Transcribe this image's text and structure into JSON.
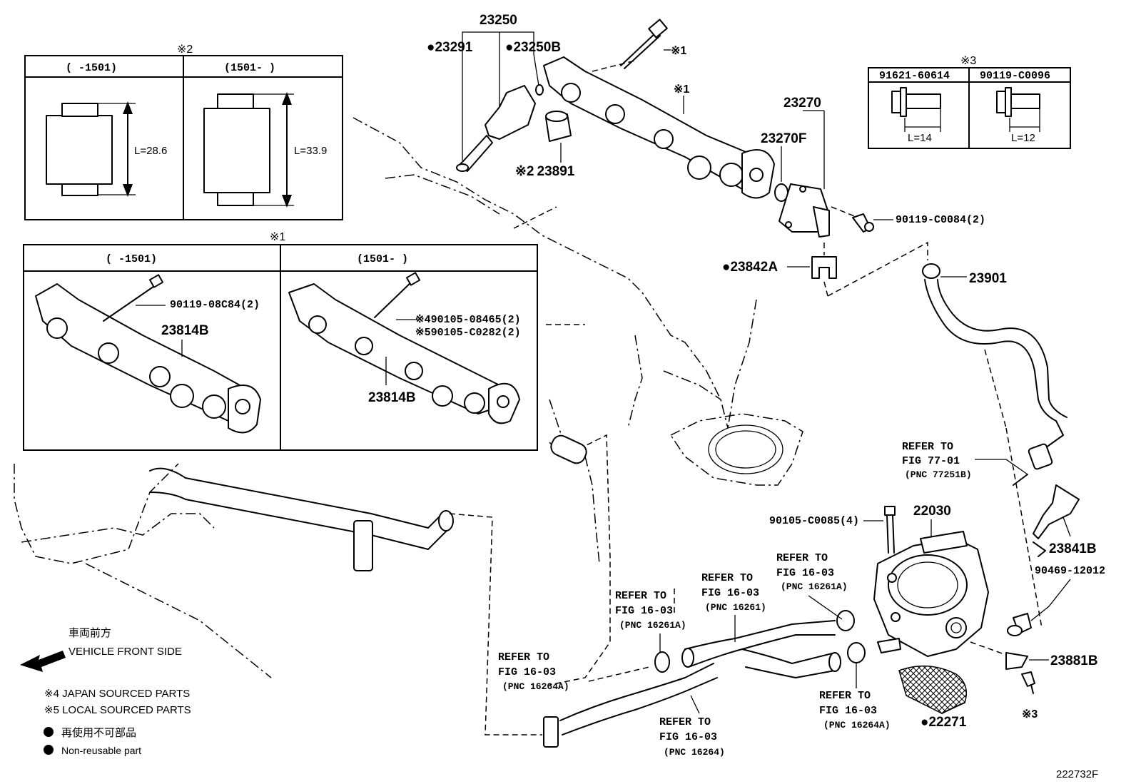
{
  "diagram": {
    "sheet_id": "222732F",
    "part_labels": {
      "p23250": "23250",
      "p23291": "23291",
      "p23250B": "23250B",
      "p23891": "23891",
      "p23270": "23270",
      "p23270F": "23270F",
      "p90119_C0084": "90119-C0084(2)",
      "p23842A": "23842A",
      "p23901": "23901",
      "p22030": "22030",
      "p90105_C0085": "90105-C0085(4)",
      "p23841B": "23841B",
      "p90469_12012": "90469-12012",
      "p23881B": "23881B",
      "p22271": "22271",
      "p23814B_a": "23814B",
      "p23814B_b": "23814B",
      "p90119_08C84": "90119-08C84(2)",
      "p90105_08465": "490105-08465(2)",
      "p90105_C0282": "590105-C0282(2)"
    },
    "marks": {
      "ref_mark": "※",
      "mark1": "1",
      "mark2": "2",
      "mark3": "3",
      "filled_dot": "●"
    },
    "table_note2": {
      "col1_header": "(     -1501)",
      "col2_header": "(1501-     )",
      "col1_length": "L=28.6",
      "col2_length": "L=33.9"
    },
    "table_note1": {
      "col1_header": "(     -1501)",
      "col2_header": "(1501-     )"
    },
    "table_note3": {
      "col1_header": "91621-60614",
      "col2_header": "90119-C0096",
      "col1_length": "L=14",
      "col2_length": "L=12"
    },
    "refer_to": {
      "line1": "REFER TO",
      "fig_77_01": "FIG 77-01",
      "pnc_77251B": "(PNC 77251B)",
      "fig_16_03": "FIG 16-03",
      "pnc_16261A": "(PNC 16261A)",
      "pnc_16261": "(PNC 16261)",
      "pnc_16264A": "(PNC 16264A)",
      "pnc_16264": "(PNC 16264)"
    },
    "legend": {
      "vehicle_front_jp": "車両前方",
      "vehicle_front_en": "VEHICLE FRONT SIDE",
      "note4": "※4 JAPAN SOURCED PARTS",
      "note5": "※5 LOCAL SOURCED PARTS",
      "nonreusable_jp": "再使用不可部品",
      "nonreusable_en": "Non-reusable part"
    }
  }
}
